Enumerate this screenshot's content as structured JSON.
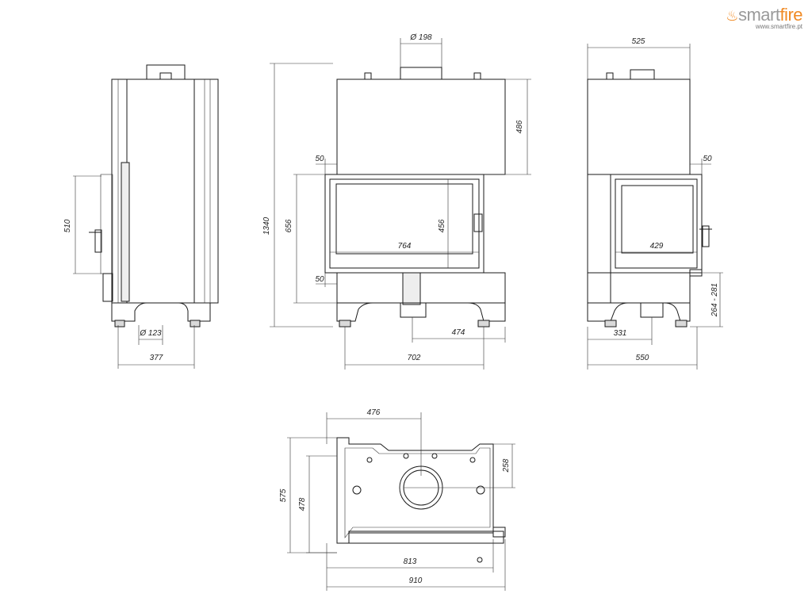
{
  "brand": {
    "name_part1": "smart",
    "name_part2": "fire",
    "url": "www.smartfire.pt",
    "color_gray": "#9a9a9a",
    "color_orange": "#f08a24"
  },
  "side_view_left": {
    "dims": {
      "door_height": "510",
      "flue_diameter": "Ø 123",
      "total_depth": "377"
    }
  },
  "front_view": {
    "dims": {
      "flue_diameter": "Ø 198",
      "upper_height": "486",
      "total_height": "1340",
      "door_opening_height": "656",
      "top_offset": "50",
      "bottom_offset": "50",
      "glass_height": "456",
      "glass_width": "764",
      "flue_offset": "474",
      "base_width": "702"
    }
  },
  "side_view_right": {
    "dims": {
      "top_width": "525",
      "side_offset": "50",
      "glass_width": "429",
      "air_inlet_height": "264 - 281",
      "air_inlet_offset": "331",
      "total_width": "550"
    }
  },
  "top_view": {
    "dims": {
      "flue_offset": "476",
      "depth_total": "575",
      "depth_inner": "478",
      "flue_center": "258",
      "width_inner": "813",
      "width_total": "910"
    }
  }
}
